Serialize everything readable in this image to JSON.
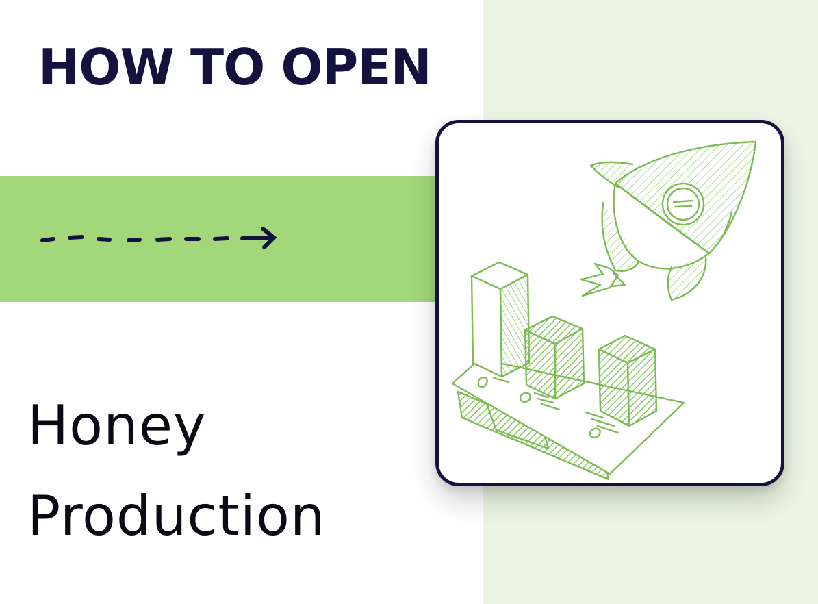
{
  "header": {
    "kicker": "HOW TO OPEN"
  },
  "title": {
    "line1": "Honey",
    "line2": "Production"
  },
  "colors": {
    "dark_navy": "#16123f",
    "green_band": "#a2d87a",
    "pale_green_panel": "#eaf6e3",
    "sketch_green": "#7dbb55"
  },
  "icons": [
    "dashed-arrow-icon",
    "rocket-icon",
    "bar-chart-icon",
    "banknote-icon"
  ]
}
